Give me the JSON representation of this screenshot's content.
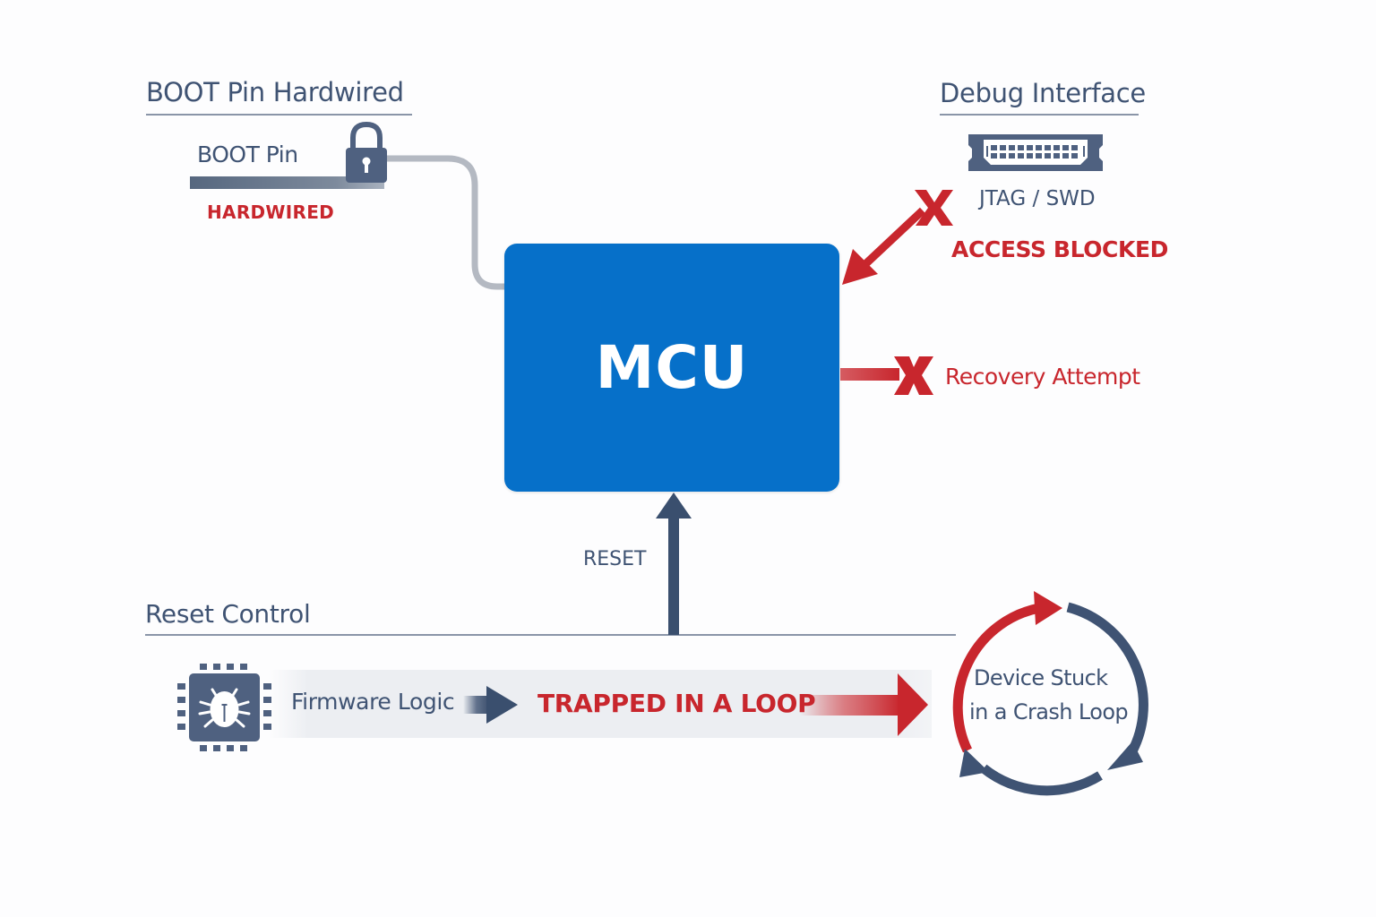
{
  "boot_section": {
    "title": "BOOT Pin Hardwired",
    "pin_label": "BOOT Pin",
    "status": "HARDWIRED",
    "icon": "lock-icon"
  },
  "debug_section": {
    "title": "Debug Interface",
    "connector_icon": "debug-connector-icon",
    "interface_label": "JTAG / SWD",
    "status": "ACCESS BLOCKED",
    "blocked_icon": "x-mark-icon"
  },
  "mcu": {
    "label": "MCU"
  },
  "recovery": {
    "label": "Recovery Attempt",
    "blocked_icon": "x-mark-icon"
  },
  "reset": {
    "arrow_label": "RESET",
    "section_title": "Reset Control"
  },
  "firmware_flow": {
    "chip_icon": "chip-bug-icon",
    "source_label": "Firmware Logic",
    "flow_label": "TRAPPED IN A LOOP"
  },
  "crash_loop": {
    "line1": "Device Stuck",
    "line2": "in a Crash Loop",
    "icon": "cycle-arrows-icon"
  },
  "colors": {
    "mcu_blue": "#0670c9",
    "slate": "#3f5373",
    "alert_red": "#c8262d",
    "wire_gray": "#b4b9c2"
  }
}
